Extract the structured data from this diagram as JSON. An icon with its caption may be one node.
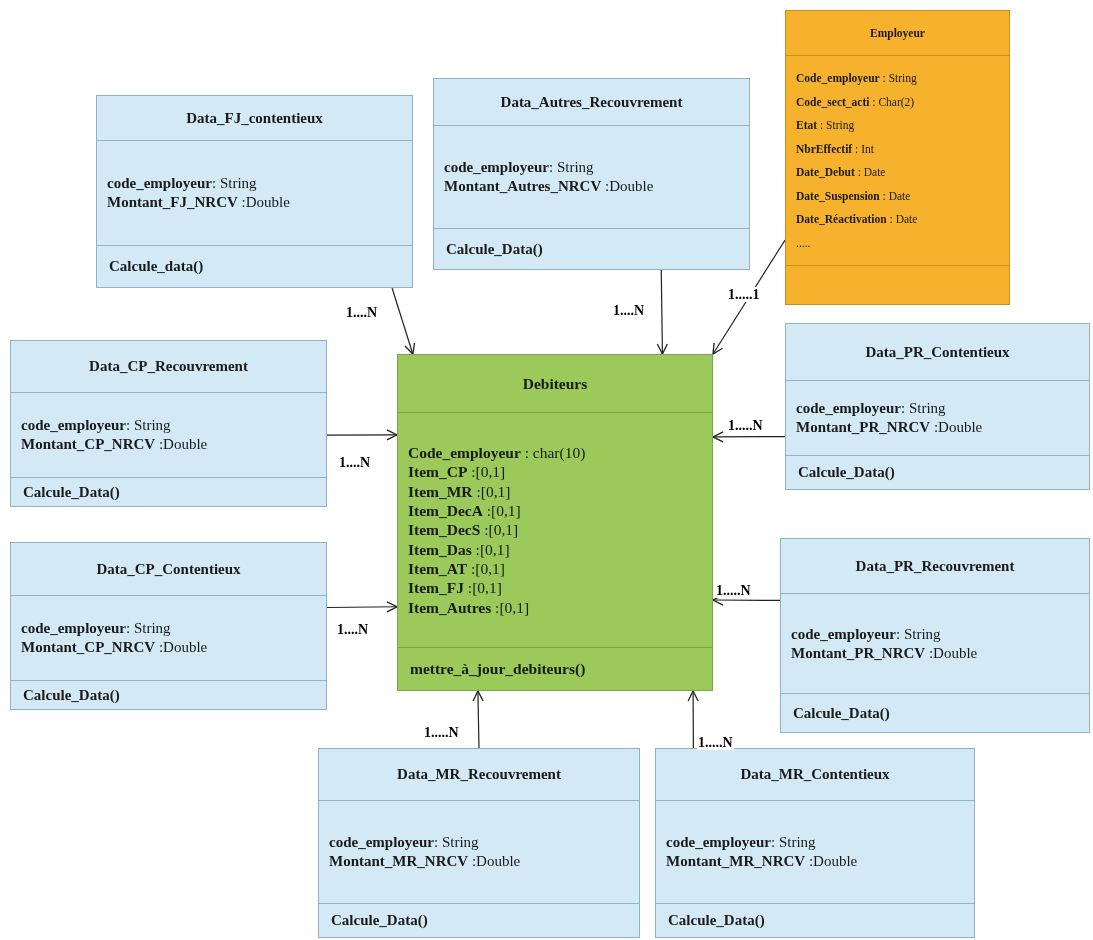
{
  "diagram": {
    "nodes": [
      {
        "text": [
          "Data_FJ_contentieux",
          "**code_employeur**: String",
          "**Montant_FJ_NRCV** :Double",
          "Calcule_data()"
        ]
      },
      {
        "text": [
          "Data_Autres_Recouvrement",
          "**code_employeur**: String",
          "**Montant_Autres_NRCV** :Double",
          "Calcule_Data()"
        ]
      },
      {
        "text": [
          "Employeur",
          "**Code_employeur** : String",
          "**Code_sect_acti** : Char(2)",
          "**Etat** : String",
          "**NbrEffectif** : Int",
          "**Date_Debut** : Date",
          "**Date_Suspension** : Date",
          "**Date_Réactivation** : Date",
          "....."
        ]
      },
      {
        "text": [
          "Data_CP_Recouvrement",
          "**code_employeur**: String",
          "**Montant_CP_NRCV** :Double",
          "Calcule_Data()"
        ]
      },
      {
        "text": [
          "Debiteurs",
          "**Code_employeur** : char(10)",
          "**Item_CP** :[0,1]",
          "**Item_MR** :[0,1]",
          "**Item_DecA** :[0,1]",
          "**Item_DecS** :[0,1]",
          "**Item_Das** :[0,1]",
          "**Item_AT** :[0,1]",
          "**Item_FJ** :[0,1]",
          "**Item_Autres** :[0,1]",
          "mettre_à_jour_debiteurs()"
        ]
      },
      {
        "text": [
          "Data_PR_Contentieux",
          "**code_employeur**: String",
          "**Montant_PR_NRCV** :Double",
          "Calcule_Data()"
        ]
      },
      {
        "text": [
          "Data_CP_Contentieux",
          "**code_employeur**: String",
          "**Montant_CP_NRCV** :Double",
          "Calcule_Data()"
        ]
      },
      {
        "text": [
          "Data_PR_Recouvrement",
          "**code_employeur**: String",
          "**Montant_PR_NRCV** :Double",
          "Calcule_Data()"
        ]
      },
      {
        "text": [
          "Data_MR_Recouvrement",
          "**code_employeur**: String",
          "**Montant_MR_NRCV** :Double",
          "Calcule_Data()"
        ]
      },
      {
        "text": [
          "Data_MR_Contentieux",
          "**code_employeur**: String",
          "**Montant_MR_NRCV** :Double",
          "Calcule_Data()"
        ]
      }
    ],
    "edges": [
      {
        "from": 0,
        "to": 4,
        "arrow": "to",
        "label": "1....N"
      },
      {
        "from": 1,
        "to": 4,
        "arrow": "to",
        "label": "1....N"
      },
      {
        "from": 2,
        "to": 4,
        "arrow": "to",
        "label": "1.....1"
      },
      {
        "from": 3,
        "to": 4,
        "arrow": "to",
        "label": "1....N"
      },
      {
        "from": 5,
        "to": 4,
        "arrow": "to",
        "label": "1.....N"
      },
      {
        "from": 6,
        "to": 4,
        "arrow": "to",
        "label": "1....N"
      },
      {
        "from": 7,
        "to": 4,
        "arrow": "to",
        "label": "1.....N"
      },
      {
        "from": 8,
        "to": 4,
        "arrow": "to",
        "label": "1.....N"
      },
      {
        "from": 9,
        "to": 4,
        "arrow": "to",
        "label": "1.....N"
      }
    ]
  }
}
